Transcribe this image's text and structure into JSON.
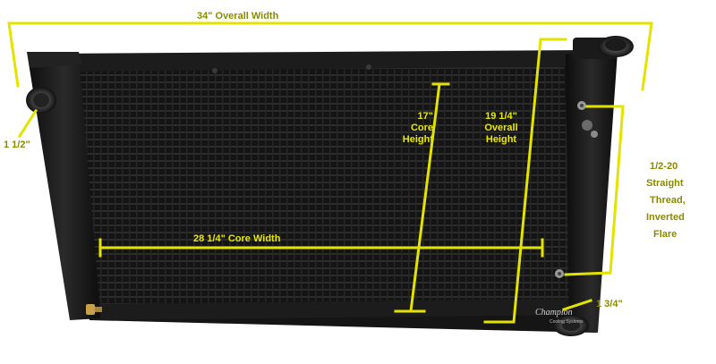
{
  "dimensions": {
    "overall_width": "34\" Overall Width",
    "inlet_size": "1 1/2\"",
    "core_height_line1": "17\"",
    "core_height_line2": "Core",
    "core_height_line3": "Height",
    "overall_height_line1": "19 1/4\"",
    "overall_height_line2": "Overall",
    "overall_height_line3": "Height",
    "core_width": "28 1/4\" Core Width",
    "outlet_size": "1 3/4\"",
    "thread_line1": "1/2-20",
    "thread_line2": "Straight",
    "thread_line3": "Thread,",
    "thread_line4": "Inverted",
    "thread_line5": "Flare"
  },
  "brand": {
    "name": "Champion",
    "tagline": "Cooling Systems"
  },
  "colors": {
    "annotation": "#e3e300",
    "radiator": "#1a1a1a",
    "background": "#ffffff"
  }
}
